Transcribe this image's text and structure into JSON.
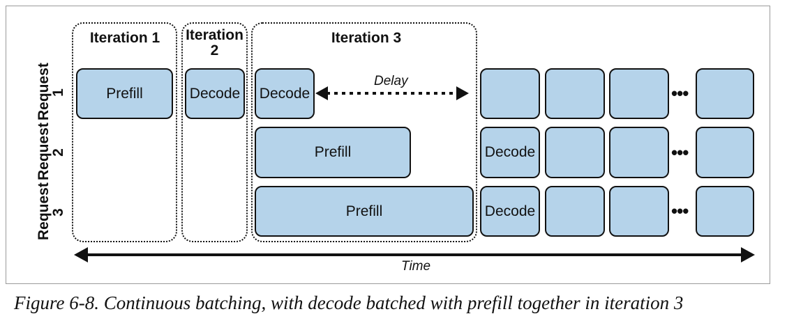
{
  "iterations": [
    {
      "label": "Iteration 1"
    },
    {
      "label_line1": "Iteration",
      "label_line2": "2"
    },
    {
      "label": "Iteration 3"
    }
  ],
  "requests": [
    {
      "label_line1": "Request",
      "label_line2": "1"
    },
    {
      "label_line1": "Request",
      "label_line2": "2"
    },
    {
      "label_line1": "Request",
      "label_line2": "3"
    }
  ],
  "rows": {
    "r1": {
      "prefill": "Prefill",
      "decode_iter2": "Decode",
      "decode_iter3": "Decode",
      "delay": "Delay"
    },
    "r2": {
      "prefill": "Prefill",
      "decode": "Decode"
    },
    "r3": {
      "prefill": "Prefill",
      "decode": "Decode"
    }
  },
  "ellipsis": "•••",
  "time_label": "Time",
  "caption": "Figure 6-8. Continuous batching, with decode batched with prefill together in iteration 3",
  "colors": {
    "box_fill": "#b5d3ea",
    "stroke": "#111111"
  }
}
